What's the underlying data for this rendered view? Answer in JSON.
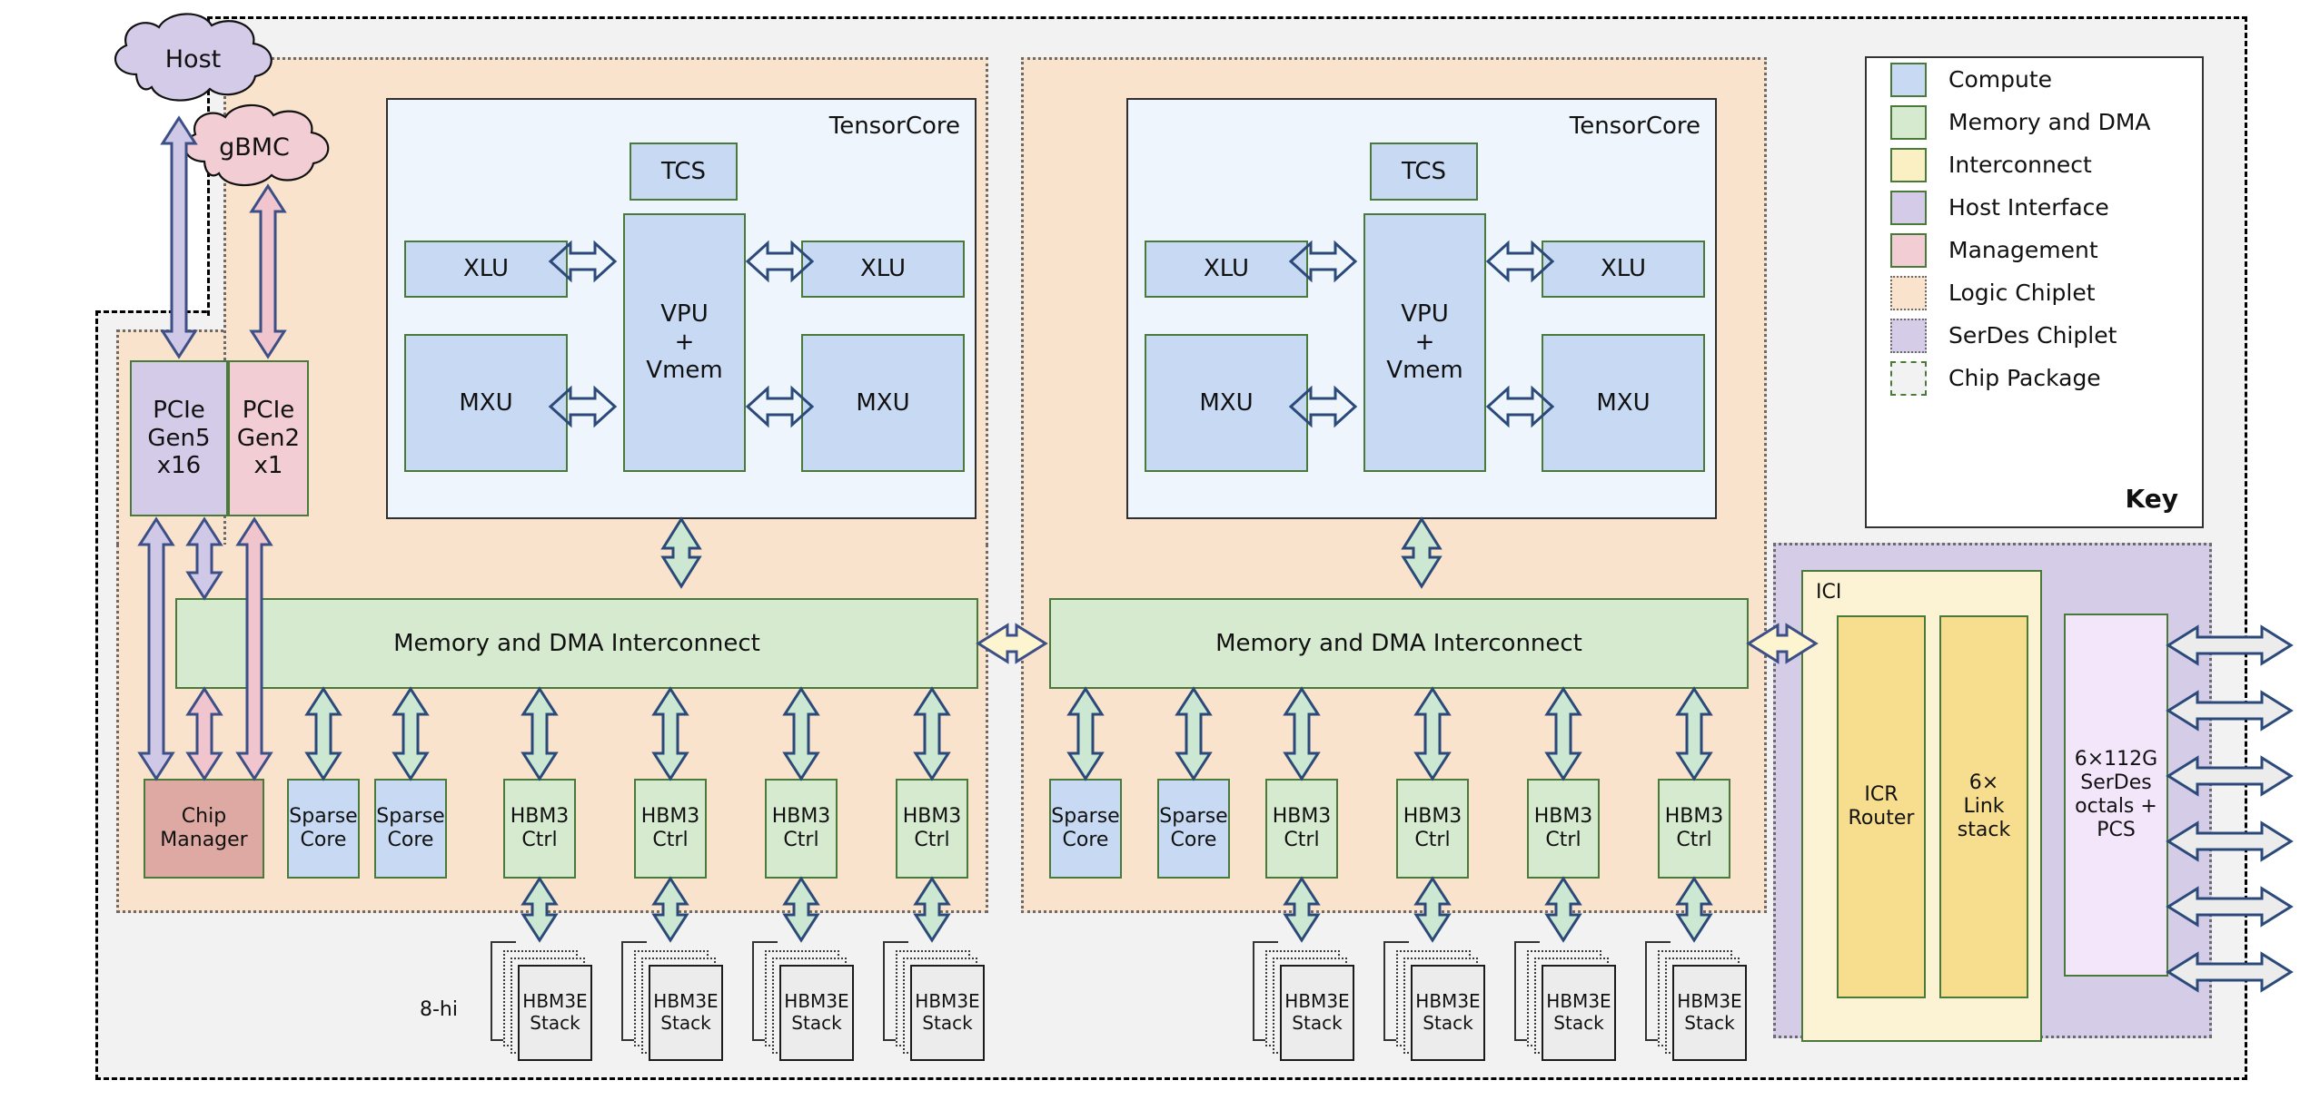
{
  "diagram": {
    "title": "TPU chip package block diagram",
    "external_nodes": [
      {
        "name": "host",
        "label": "Host",
        "color": "#d3cbe8"
      },
      {
        "name": "gbmc",
        "label": "gBMC",
        "color": "#f2cdd3"
      }
    ],
    "annotations": [
      {
        "name": "hbm-height-note",
        "label": "8-hi"
      }
    ],
    "host_interface": [
      {
        "name": "pcie-gen5",
        "label": "PCIe\nGen5\nx16",
        "lines": [
          "PCIe",
          "Gen5",
          "x16"
        ],
        "kind": "host-interface"
      },
      {
        "name": "pcie-gen2",
        "label": "PCIe\nGen2\nx1",
        "lines": [
          "PCIe",
          "Gen2",
          "x1"
        ],
        "kind": "management"
      }
    ],
    "management": [
      {
        "name": "chip-manager",
        "lines": [
          "Chip",
          "Manager"
        ],
        "kind": "management"
      }
    ],
    "logic_chiplets": [
      {
        "name": "logic-chiplet-left",
        "tensorcore": {
          "label": "TensorCore",
          "blocks": [
            {
              "name": "tcs",
              "label": "TCS"
            },
            {
              "name": "xlu-left",
              "label": "XLU"
            },
            {
              "name": "xlu-right",
              "label": "XLU"
            },
            {
              "name": "vpu-vmem",
              "lines": [
                "VPU",
                "+",
                "Vmem"
              ]
            },
            {
              "name": "mxu-left",
              "label": "MXU"
            },
            {
              "name": "mxu-right",
              "label": "MXU"
            }
          ]
        },
        "interconnect": {
          "name": "memory-dma-interconnect",
          "label": "Memory and DMA Interconnect"
        },
        "bottom_row": [
          {
            "name": "sparse-core",
            "lines": [
              "Sparse",
              "Core"
            ],
            "kind": "compute"
          },
          {
            "name": "sparse-core",
            "lines": [
              "Sparse",
              "Core"
            ],
            "kind": "compute"
          },
          {
            "name": "hbm3-ctrl",
            "lines": [
              "HBM3",
              "Ctrl"
            ],
            "kind": "memory"
          },
          {
            "name": "hbm3-ctrl",
            "lines": [
              "HBM3",
              "Ctrl"
            ],
            "kind": "memory"
          },
          {
            "name": "hbm3-ctrl",
            "lines": [
              "HBM3",
              "Ctrl"
            ],
            "kind": "memory"
          },
          {
            "name": "hbm3-ctrl",
            "lines": [
              "HBM3",
              "Ctrl"
            ],
            "kind": "memory"
          }
        ],
        "hbm_stacks": [
          {
            "name": "hbm3e-stack",
            "lines": [
              "HBM3E",
              "Stack"
            ]
          },
          {
            "name": "hbm3e-stack",
            "lines": [
              "HBM3E",
              "Stack"
            ]
          },
          {
            "name": "hbm3e-stack",
            "lines": [
              "HBM3E",
              "Stack"
            ]
          },
          {
            "name": "hbm3e-stack",
            "lines": [
              "HBM3E",
              "Stack"
            ]
          }
        ]
      },
      {
        "name": "logic-chiplet-right",
        "tensorcore": {
          "label": "TensorCore",
          "blocks": [
            {
              "name": "tcs",
              "label": "TCS"
            },
            {
              "name": "xlu-left",
              "label": "XLU"
            },
            {
              "name": "xlu-right",
              "label": "XLU"
            },
            {
              "name": "vpu-vmem",
              "lines": [
                "VPU",
                "+",
                "Vmem"
              ]
            },
            {
              "name": "mxu-left",
              "label": "MXU"
            },
            {
              "name": "mxu-right",
              "label": "MXU"
            }
          ]
        },
        "interconnect": {
          "name": "memory-dma-interconnect",
          "label": "Memory and DMA Interconnect"
        },
        "bottom_row": [
          {
            "name": "sparse-core",
            "lines": [
              "Sparse",
              "Core"
            ],
            "kind": "compute"
          },
          {
            "name": "sparse-core",
            "lines": [
              "Sparse",
              "Core"
            ],
            "kind": "compute"
          },
          {
            "name": "hbm3-ctrl",
            "lines": [
              "HBM3",
              "Ctrl"
            ],
            "kind": "memory"
          },
          {
            "name": "hbm3-ctrl",
            "lines": [
              "HBM3",
              "Ctrl"
            ],
            "kind": "memory"
          },
          {
            "name": "hbm3-ctrl",
            "lines": [
              "HBM3",
              "Ctrl"
            ],
            "kind": "memory"
          },
          {
            "name": "hbm3-ctrl",
            "lines": [
              "HBM3",
              "Ctrl"
            ],
            "kind": "memory"
          }
        ],
        "hbm_stacks": [
          {
            "name": "hbm3e-stack",
            "lines": [
              "HBM3E",
              "Stack"
            ]
          },
          {
            "name": "hbm3e-stack",
            "lines": [
              "HBM3E",
              "Stack"
            ]
          },
          {
            "name": "hbm3e-stack",
            "lines": [
              "HBM3E",
              "Stack"
            ]
          },
          {
            "name": "hbm3e-stack",
            "lines": [
              "HBM3E",
              "Stack"
            ]
          }
        ]
      }
    ],
    "serdes_chiplet": {
      "name": "serdes-chiplet",
      "ici": {
        "label": "ICI",
        "columns": [
          {
            "name": "icr-router",
            "lines": [
              "ICR",
              "Router"
            ]
          },
          {
            "name": "link-stack",
            "lines": [
              "6×",
              "Link",
              "stack"
            ]
          }
        ]
      },
      "serdes": {
        "name": "serdes-octals",
        "lines": [
          "6×112G",
          "SerDes",
          "octals +",
          "PCS"
        ]
      },
      "external_link_count": 6
    },
    "legend": {
      "title": "Key",
      "items": [
        {
          "name": "legend-compute",
          "label": "Compute",
          "color": "#c7d9f3",
          "style": "solid"
        },
        {
          "name": "legend-memory-dma",
          "label": "Memory and DMA",
          "color": "#d6ead0",
          "style": "solid"
        },
        {
          "name": "legend-interconnect",
          "label": "Interconnect",
          "color": "#fbf0c4",
          "style": "solid"
        },
        {
          "name": "legend-host-interface",
          "label": "Host Interface",
          "color": "#d3cbe8",
          "style": "solid"
        },
        {
          "name": "legend-management",
          "label": "Management",
          "color": "#f2cdd3",
          "style": "solid"
        },
        {
          "name": "legend-logic-chiplet",
          "label": "Logic Chiplet",
          "color": "#fae3cd",
          "style": "dotted"
        },
        {
          "name": "legend-serdes-chiplet",
          "label": "SerDes Chiplet",
          "color": "#d5cce8",
          "style": "dotted"
        },
        {
          "name": "legend-chip-package",
          "label": "Chip Package",
          "color": "#f2f2f2",
          "style": "dash-dot"
        }
      ]
    }
  }
}
